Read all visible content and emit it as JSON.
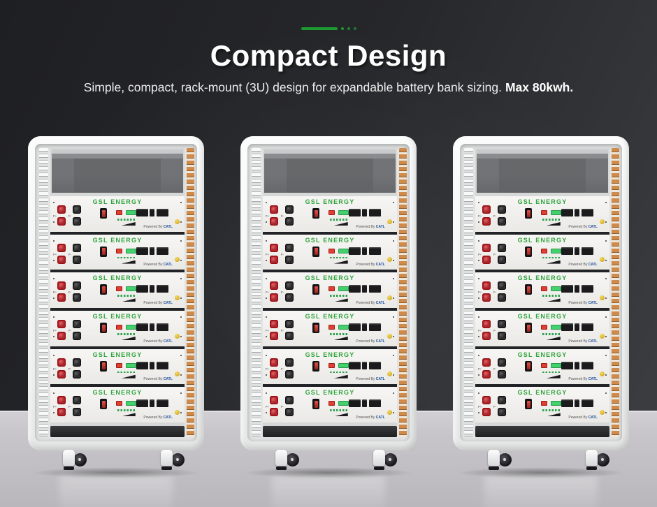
{
  "header": {
    "title": "Compact Design",
    "subtitle": "Simple, compact, rack-mount (3U) design for expandable battery bank sizing.",
    "subtitle_highlight": "Max 80kwh.",
    "accent_color": "#1e9a33"
  },
  "scene": {
    "cabinet_count": 3,
    "modules_per_cabinet": 6,
    "wall_color_top": "#1e1f22",
    "wall_color_bottom": "#3d3f43",
    "floor_color": "#c7c5c9",
    "busbar_color": "#d08a49"
  },
  "module": {
    "brand": "GSL ENERGY",
    "brand_color": "#2fa43c",
    "powered_by_label": "Powered By ",
    "powered_by_brand": "CATL",
    "powered_brand_color": "#1c4f9e",
    "terminal_positive_label": "P+",
    "terminal_negative_label": "P-"
  }
}
